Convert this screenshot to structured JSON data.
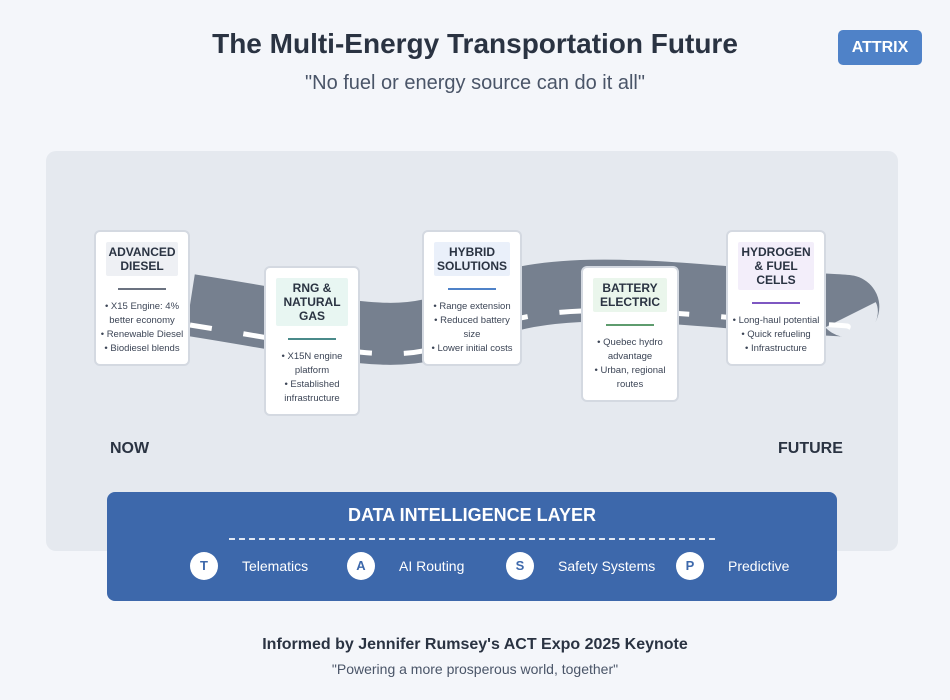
{
  "header": {
    "title": "The Multi-Energy Transportation Future",
    "subtitle": "\"No fuel or energy source can do it all\"",
    "brand": "ATTRIX"
  },
  "pathway": {
    "cards": [
      {
        "title": "ADVANCED DIESEL",
        "accent": "#6b7280",
        "items": [
          "X15 Engine: 4% better economy",
          "Renewable Diesel",
          "Biodiesel blends"
        ]
      },
      {
        "title": "RNG & NATURAL GAS",
        "accent": "#4a8a8a",
        "items": [
          "X15N engine platform",
          "Established infrastructure"
        ]
      },
      {
        "title": "HYBRID SOLUTIONS",
        "accent": "#4f82c8",
        "items": [
          "Range extension",
          "Reduced battery size",
          "Lower initial costs"
        ]
      },
      {
        "title": "BATTERY ELECTRIC",
        "accent": "#5e9c6e",
        "items": [
          "Quebec hydro advantage",
          "Urban, regional routes"
        ]
      },
      {
        "title": "HYDROGEN & FUEL CELLS",
        "accent": "#7e57c2",
        "items": [
          "Long-haul potential",
          "Quick refueling",
          "Infrastructure"
        ]
      }
    ],
    "start_label": "NOW",
    "end_label": "FUTURE"
  },
  "data_layer": {
    "title": "DATA INTELLIGENCE LAYER",
    "features": [
      {
        "icon": "T",
        "label": "Telematics"
      },
      {
        "icon": "A",
        "label": "AI Routing"
      },
      {
        "icon": "S",
        "label": "Safety Systems"
      },
      {
        "icon": "P",
        "label": "Predictive"
      }
    ]
  },
  "footer": {
    "credit": "Informed by Jennifer Rumsey's ACT Expo 2025 Keynote",
    "tagline": "\"Powering a more prosperous world, together\""
  },
  "colors": {
    "road": "#76808f",
    "layer": "#3d68ab",
    "brand": "#4f82c8"
  }
}
